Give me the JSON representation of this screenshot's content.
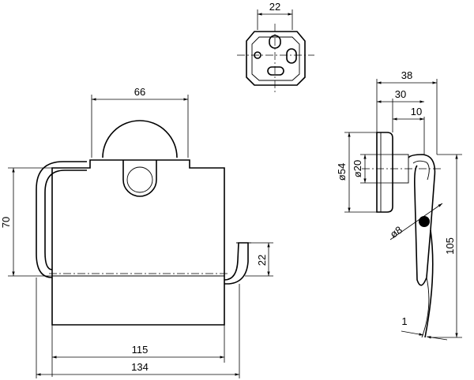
{
  "top_view": {
    "width_label": "22"
  },
  "front_view": {
    "width_top_label": "66",
    "height_left_label": "70",
    "roll_gap_label": "22",
    "width_inner_label": "115",
    "width_total_label": "134"
  },
  "side_view": {
    "depth_total_label": "38",
    "depth_mid_label": "30",
    "depth_small_label": "10",
    "rosette_diameter_label": "ø54",
    "inner_diameter_label": "ø20",
    "pin_diameter_label": "ø8",
    "height_label": "105",
    "thickness_label": "1"
  }
}
